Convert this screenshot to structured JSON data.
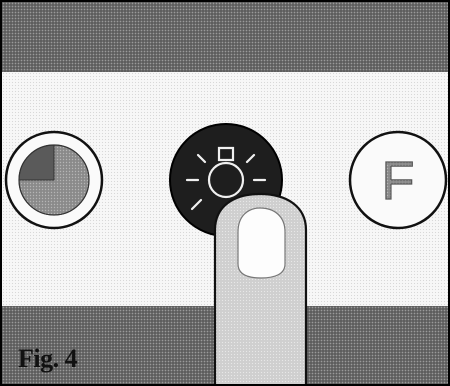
{
  "figure": {
    "label": "Fig. 4",
    "buttons": [
      {
        "name": "pie-chart-button",
        "icon": "pie-chart-icon",
        "state": "normal"
      },
      {
        "name": "light-bulb-button",
        "icon": "light-bulb-icon",
        "state": "pressed"
      },
      {
        "name": "f-button",
        "icon": "letter-f-icon",
        "glyph": "F",
        "state": "normal"
      }
    ],
    "colors": {
      "band": "#5e5e5e",
      "panel": "#f7f7f7",
      "pressed_button": "#1e1e1e",
      "pie_fill": "#7a7a7a",
      "finger": "#cfcfcf"
    }
  }
}
